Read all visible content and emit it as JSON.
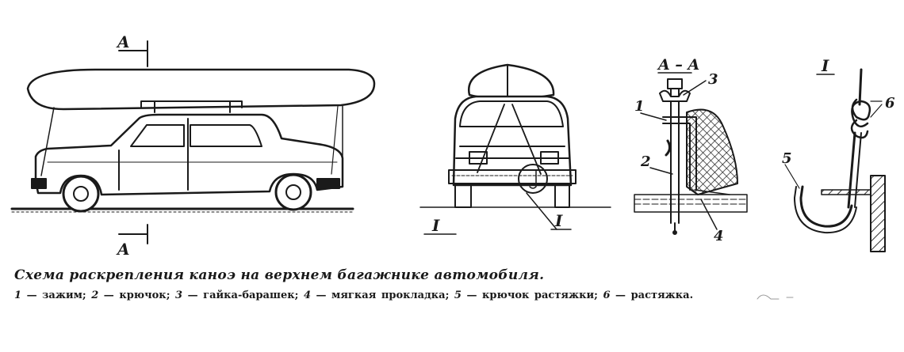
{
  "caption": "Схема раскрепления каноэ на верхнем багажнике автомобиля.",
  "legend": [
    {
      "num": "1",
      "text": " — зажим; "
    },
    {
      "num": "2",
      "text": " — крючок; "
    },
    {
      "num": "3",
      "text": " — гайка-барашек; "
    },
    {
      "num": "4",
      "text": " — мягкая  прокладка; "
    },
    {
      "num": "5",
      "text": " — крючок  растяжки; "
    },
    {
      "num": "6",
      "text": " — растяжка."
    }
  ],
  "labels": {
    "section_a": "A",
    "section_aa": "A – A",
    "detail_i": "I",
    "n1": "1",
    "n2": "2",
    "n3": "3",
    "n4": "4",
    "n5": "5",
    "n6": "6"
  }
}
